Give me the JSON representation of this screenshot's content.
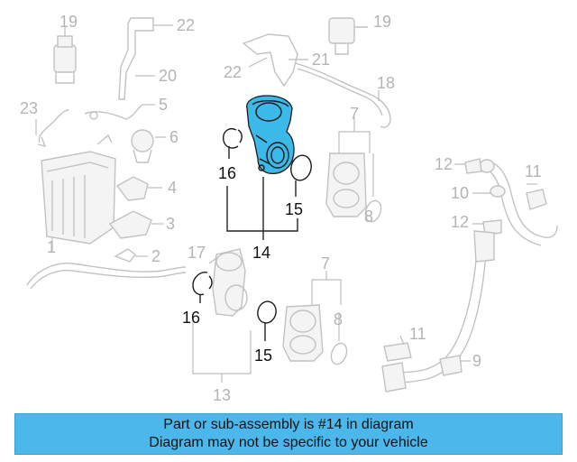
{
  "diagram": {
    "callouts": [
      "19",
      "22",
      "19",
      "22",
      "21",
      "20",
      "23",
      "5",
      "18",
      "6",
      "7",
      "16",
      "4",
      "12",
      "11",
      "10",
      "3",
      "15",
      "12",
      "1",
      "2",
      "14",
      "17",
      "7",
      "16",
      "8",
      "15",
      "11",
      "9",
      "13",
      "8"
    ],
    "highlight": {
      "color": "#3bb9e8"
    }
  },
  "banner": {
    "line1": "Part or sub-assembly is #14 in diagram",
    "line2": "Diagram may not be specific to your vehicle",
    "background": "#4cb7ea"
  }
}
